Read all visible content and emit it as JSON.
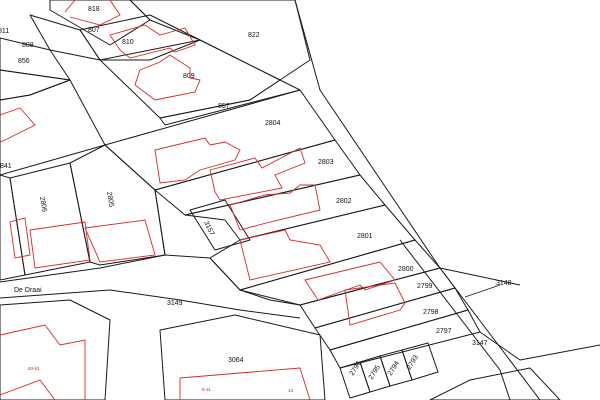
{
  "map": {
    "street_name": "De Draai",
    "parcel_labels": {
      "p818": "818",
      "p807": "807",
      "p810": "810",
      "p811": "811",
      "p808": "808",
      "p856": "856",
      "p822": "822",
      "p809": "809",
      "p857": "857",
      "p2804": "2804",
      "p841": "841",
      "p2803": "2803",
      "p2802": "2802",
      "p2806": "2806",
      "p2805": "2805",
      "p3157": "3157",
      "p2801": "2801",
      "p2800": "2800",
      "p2799": "2799",
      "p3148": "3148",
      "p3149": "3149",
      "p2798": "2798",
      "p2797": "2797",
      "p3147": "3147",
      "p3064": "3064",
      "p2796": "2796",
      "p2795": "2795",
      "p2794": "2794",
      "p2793": "2793"
    },
    "house_numbers": {
      "h1": "9-11",
      "h2": "13",
      "h3": "93-91"
    },
    "colors": {
      "parcel_line": "#1a1a1a",
      "building_outline": "#d42a2a",
      "background": "#ffffff"
    }
  }
}
